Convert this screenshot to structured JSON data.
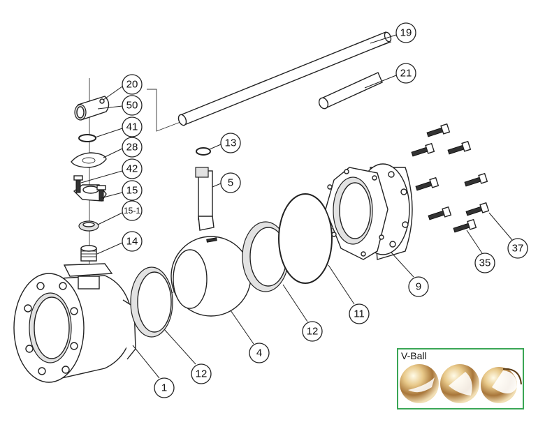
{
  "diagram": {
    "type": "exploded-ball-valve-assembly",
    "callouts": {
      "c19": "19",
      "c21": "21",
      "c20": "20",
      "c50": "50",
      "c41": "41",
      "c28": "28",
      "c42": "42",
      "c15": "15",
      "c15_1": "15-1",
      "c14": "14",
      "c13": "13",
      "c5": "5",
      "c1": "1",
      "c12a": "12",
      "c4": "4",
      "c12b": "12",
      "c11": "11",
      "c9": "9",
      "c37": "37",
      "c35": "35"
    }
  },
  "inset": {
    "title": "V-Ball",
    "border_color": "#3aa655"
  }
}
